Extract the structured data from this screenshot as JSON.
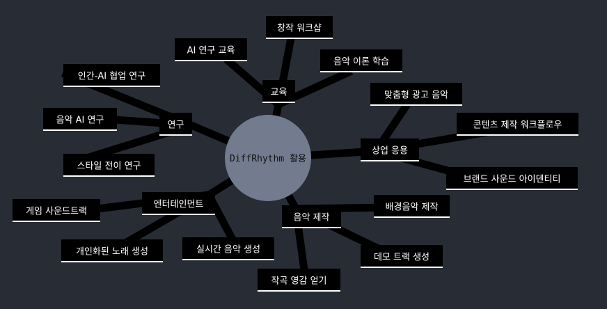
{
  "center": "DiffRhythm 활용",
  "branches": {
    "education": {
      "label": "교육",
      "children": [
        "창작 워크샵",
        "AI 연구 교육",
        "음악 이론 학습"
      ]
    },
    "research": {
      "label": "연구",
      "children": [
        "인간-AI 협업 연구",
        "음악 AI 연구",
        "스타일 전이 연구"
      ]
    },
    "commercial": {
      "label": "상업 응용",
      "children": [
        "맞춤형 광고 음악",
        "콘텐츠 제작 워크플로우",
        "브랜드 사운드 아이덴티티"
      ]
    },
    "entertainment": {
      "label": "엔터테인먼트",
      "children": [
        "게임 사운드트랙",
        "개인화된 노래 생성",
        "실시간 음악 생성"
      ]
    },
    "production": {
      "label": "음악 제작",
      "children": [
        "배경음악 제작",
        "데모 트랙 생성",
        "작곡 영감 얻기"
      ]
    }
  },
  "colors": {
    "background": "#282c34",
    "center_fill": "#737b8f",
    "node_fill": "#000000",
    "node_text": "#ffffff",
    "edge": "#000000"
  }
}
